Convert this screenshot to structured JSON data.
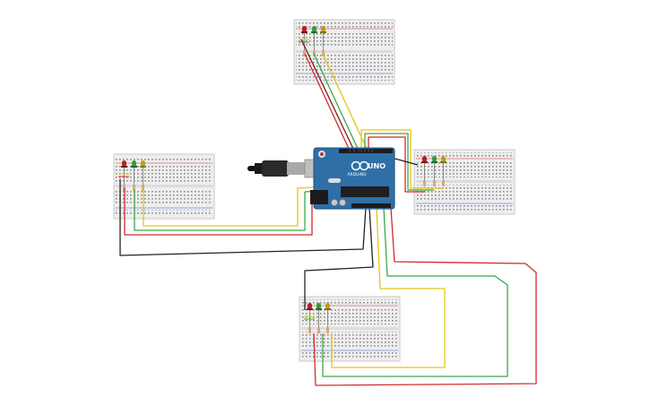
{
  "arduino": {
    "logo": "ARDUINO",
    "model": "UNO"
  },
  "colors": {
    "wire_red": "#d42a2a",
    "wire_green": "#3aa84a",
    "wire_yellow": "#e6c21a",
    "wire_black": "#222222",
    "wire_dark_red": "#7a1f1f",
    "board_blue": "#2f6fa8",
    "breadboard": "#eeeeee",
    "led_red": "#b22222",
    "led_green": "#2e9e3c",
    "led_yellow": "#b8a01a",
    "resistor": "#d8a878"
  },
  "components": {
    "breadboards": [
      "breadboard-top",
      "breadboard-left",
      "breadboard-right",
      "breadboard-bottom"
    ],
    "leds_per_board": [
      "red",
      "green",
      "yellow"
    ],
    "cable": "usb"
  }
}
